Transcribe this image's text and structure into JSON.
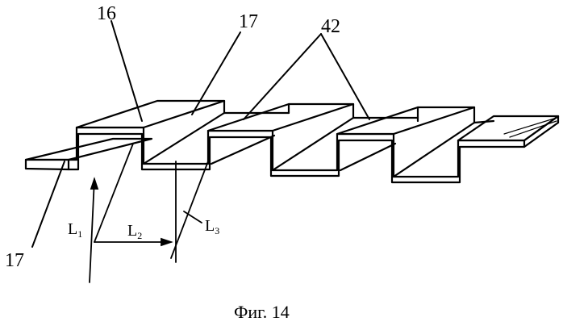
{
  "figure": {
    "caption": "Фиг. 14",
    "labels": {
      "part16": "16",
      "part17_top": "17",
      "part42": "42",
      "part17_bottom": "17"
    },
    "dimensions": {
      "L1": {
        "base": "L",
        "sub": "1"
      },
      "L2": {
        "base": "L",
        "sub": "2"
      },
      "L3": {
        "base": "L",
        "sub": "3"
      }
    }
  }
}
